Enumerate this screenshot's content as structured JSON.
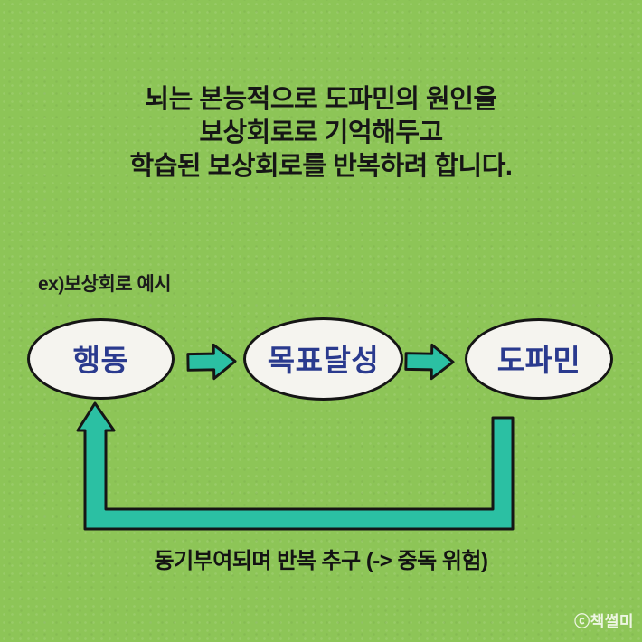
{
  "page": {
    "copyright": "ⓒ책썰미"
  },
  "colors": {
    "background": "#8dc557",
    "arrow": "#2bc0a3",
    "node_fill": "#f5f4ef",
    "node_text": "#2a3a8e",
    "outline": "#151515",
    "headline_text": "#161616",
    "copyright_text": "#f5faee"
  },
  "headline": {
    "line1": "뇌는 본능적으로 도파민의 원인을",
    "line2_bold": "보상회로",
    "line2_rest": "로 기억해두고",
    "line3": "학습된 보상회로를 반복하려 합니다."
  },
  "example_label": "ex)보상회로 예시",
  "diagram": {
    "nodes": [
      {
        "label": "행동"
      },
      {
        "label": "목표달성"
      },
      {
        "label": "도파민"
      }
    ],
    "flow": "행동 → 목표달성 → 도파민 → (loop back to 행동)",
    "loop_caption": "동기부여되며 반복 추구 (-> 중독 위험)"
  }
}
